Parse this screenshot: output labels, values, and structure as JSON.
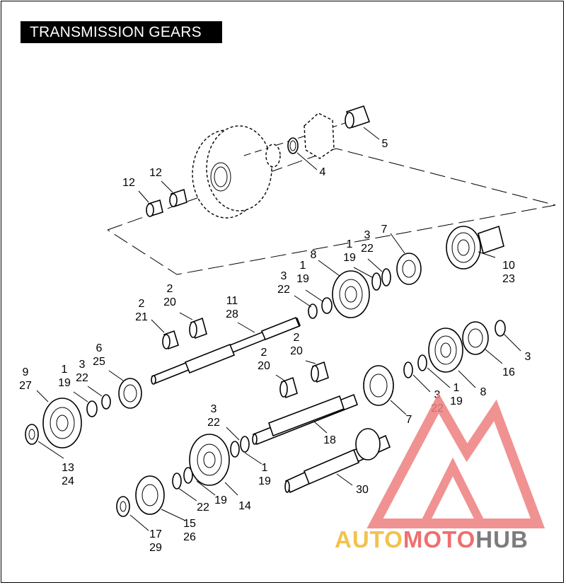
{
  "title": "TRANSMISSION GEARS",
  "callouts": [
    {
      "id": "c5",
      "lines": [
        "5"
      ]
    },
    {
      "id": "c4",
      "lines": [
        "4"
      ]
    },
    {
      "id": "c12a",
      "lines": [
        "12"
      ]
    },
    {
      "id": "c12b",
      "lines": [
        "12"
      ]
    },
    {
      "id": "c7a",
      "lines": [
        "7"
      ]
    },
    {
      "id": "c3-22a",
      "lines": [
        "3",
        "22"
      ]
    },
    {
      "id": "c1-19a",
      "lines": [
        "1",
        "19"
      ]
    },
    {
      "id": "c10-23",
      "lines": [
        "10",
        "23"
      ]
    },
    {
      "id": "c8a",
      "lines": [
        "8"
      ]
    },
    {
      "id": "c1-19b",
      "lines": [
        "1",
        "19"
      ]
    },
    {
      "id": "c3-22b",
      "lines": [
        "3",
        "22"
      ]
    },
    {
      "id": "c11-28",
      "lines": [
        "11",
        "28"
      ]
    },
    {
      "id": "c2-20a",
      "lines": [
        "2",
        "20"
      ]
    },
    {
      "id": "c2-21",
      "lines": [
        "2",
        "21"
      ]
    },
    {
      "id": "c3a",
      "lines": [
        "3"
      ]
    },
    {
      "id": "c16",
      "lines": [
        "16"
      ]
    },
    {
      "id": "c8b",
      "lines": [
        "8"
      ]
    },
    {
      "id": "c1-19c",
      "lines": [
        "1",
        "19"
      ]
    },
    {
      "id": "c3-22c",
      "lines": [
        "3",
        "22"
      ]
    },
    {
      "id": "c7b",
      "lines": [
        "7"
      ]
    },
    {
      "id": "c2-20b",
      "lines": [
        "2",
        "20"
      ]
    },
    {
      "id": "c2-20c",
      "lines": [
        "2",
        "20"
      ]
    },
    {
      "id": "c9-27",
      "lines": [
        "9",
        "27"
      ]
    },
    {
      "id": "c1-19d",
      "lines": [
        "1",
        "19"
      ]
    },
    {
      "id": "c3-22d",
      "lines": [
        "3",
        "22"
      ]
    },
    {
      "id": "c6-25",
      "lines": [
        "6",
        "25"
      ]
    },
    {
      "id": "c13-24",
      "lines": [
        "13",
        "24"
      ]
    },
    {
      "id": "c18",
      "lines": [
        "18"
      ]
    },
    {
      "id": "c3-22e",
      "lines": [
        "3",
        "22"
      ]
    },
    {
      "id": "c1-19e",
      "lines": [
        "1",
        "19"
      ]
    },
    {
      "id": "c30",
      "lines": [
        "30"
      ]
    },
    {
      "id": "c14",
      "lines": [
        "14"
      ]
    },
    {
      "id": "c19",
      "lines": [
        "19"
      ]
    },
    {
      "id": "c22",
      "lines": [
        "22"
      ]
    },
    {
      "id": "c15-26",
      "lines": [
        "15",
        "26"
      ]
    },
    {
      "id": "c17-29",
      "lines": [
        "17",
        "29"
      ]
    }
  ],
  "watermark": {
    "parts": [
      "AUTO",
      "MOTO",
      "HUB"
    ],
    "colors": [
      "#f3c14e",
      "#ef6f6f",
      "#7c7c7c"
    ],
    "emblem_color": "#ee8080"
  }
}
